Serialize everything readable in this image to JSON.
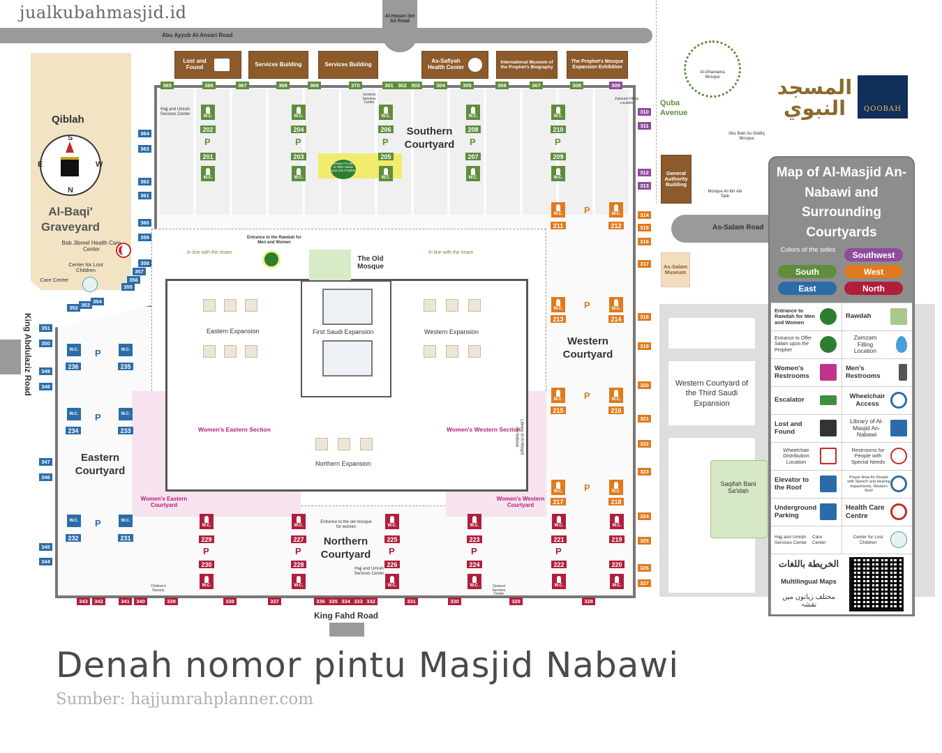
{
  "watermark": "jualkubahmasjid.id",
  "roads": {
    "abu_ayyub": "Abu Ayyub Al-Ansari Road",
    "hasan_ali": "Al-Hasan ibn Ali Road",
    "king_abdulaziz": "King Abdulaziz Road",
    "king_fahd": "King Fahd Road",
    "as_salam": "As-Salam Road"
  },
  "top_buildings": [
    "Lost and Found",
    "Services Building",
    "Services Building",
    "As-Safiyah Health Center",
    "International Museum of the Prophet's Biography",
    "The Prophet's Mosque Expansion Exhibition"
  ],
  "landmarks": {
    "qiblah": "Qiblah",
    "compass": {
      "s": "S",
      "e": "E",
      "w": "W",
      "n": "N"
    },
    "baqi": "Al-Baqi' Graveyard",
    "bab_jibreel": "Bab Jibreel Health Care Center",
    "center_lost": "Center for Lost Children",
    "care_center": "Care Center",
    "ghamama": "Al-Ghamama Mosque",
    "quba": "Quba Avenue",
    "abu_bakr": "Abu Bakr As-Siddiq Mosque",
    "general_authority": "General Authority Building",
    "ali_mosque": "Mosque Ali ibn Abi Talib",
    "as_salam_museum": "As-Salam Museum",
    "western_third": "Western Courtyard of the Third Saudi Expansion",
    "saqifah": "Saqifah Bani Sa'idah",
    "arabic_logo": "المسجد النبوي",
    "brand": "QOOBAH"
  },
  "courts": {
    "southern": "Southern Courtyard",
    "western": "Western Courtyard",
    "eastern": "Eastern Courtyard",
    "northern": "Northern Courtyard"
  },
  "sections": {
    "eastern_exp": "Eastern Expansion",
    "first_saudi": "First Saudi Expansion",
    "western_exp": "Western Expansion",
    "northern_exp": "Northern Expansion",
    "old_mosque": "The Old Mosque",
    "women_east": "Women's Eastern Section",
    "women_west": "Women's Western Section",
    "women_east_court": "Women's Eastern Courtyard",
    "women_west_court": "Women's Western Courtyard",
    "imam_line": "In line with the Imam",
    "rawdah_entrance": "Entrance to the Rawdah for Men and Women",
    "hajj_services": "Hajj and Umrah Services Center",
    "general_services": "General Services Center",
    "old_mosque_women": "Entrance to the old mosque for women",
    "visitation": "Entrance for Men to Offer Salam upon the Prophet",
    "zamzam_loc": "Zamzam Filling Location",
    "library": "Library of Al-Masjid An-Nabawi",
    "childrens": "Children's Nursery"
  },
  "top_gates": [
    "365",
    "366",
    "367",
    "368",
    "369",
    "370",
    "301",
    "302",
    "303",
    "304",
    "305",
    "306",
    "307",
    "308",
    "309"
  ],
  "bottom_gates": [
    "343",
    "342",
    "341",
    "340",
    "339",
    "338",
    "337",
    "336",
    "335",
    "334",
    "333",
    "332",
    "331",
    "330",
    "329",
    "328"
  ],
  "left_gates": [
    "364",
    "363",
    "362",
    "361",
    "360",
    "359",
    "358",
    "357",
    "356",
    "355",
    "352",
    "353",
    "354",
    "351",
    "350",
    "349",
    "348",
    "347",
    "346",
    "345",
    "344"
  ],
  "right_gates": [
    "310",
    "311",
    "312",
    "313",
    "314",
    "315",
    "316",
    "317",
    "318",
    "319",
    "320",
    "321",
    "322",
    "323",
    "324",
    "325",
    "326",
    "327"
  ],
  "buildings": {
    "south": [
      "202",
      "201",
      "204",
      "203",
      "206",
      "205",
      "208",
      "207",
      "210",
      "209"
    ],
    "west": [
      "211",
      "212",
      "213",
      "214",
      "215",
      "216",
      "217",
      "218"
    ],
    "north": [
      "229",
      "230",
      "227",
      "228",
      "225",
      "226",
      "223",
      "224",
      "221",
      "222",
      "219",
      "220"
    ],
    "east": [
      "236",
      "235",
      "234",
      "233",
      "232",
      "231"
    ]
  },
  "parking_letter": "P",
  "wc_text": "W.C.",
  "legend": {
    "title": "Map of Al-Masjid An-Nabawi and Surrounding Courtyards",
    "colors_label": "Colors of the sides",
    "sides": [
      {
        "name": "Southwest",
        "color": "#8e4c9e"
      },
      {
        "name": "South",
        "color": "#5f8d3d"
      },
      {
        "name": "West",
        "color": "#e07a1e"
      },
      {
        "name": "East",
        "color": "#2b6ca8"
      },
      {
        "name": "North",
        "color": "#b01e3c"
      }
    ],
    "rows": [
      [
        "Entrance to Rawdah for Men and Women",
        "Rawdah"
      ],
      [
        "Entrance to Offer Salam upon the Prophet",
        "Zamzam Filling Location"
      ],
      [
        "Women's Restrooms",
        "Men's Restrooms"
      ],
      [
        "Escalator",
        "Wheelchair Access"
      ],
      [
        "Lost and Found",
        "Library of Al-Masjid An-Nabawi"
      ],
      [
        "Wheelchair Distribution Location",
        "Restrooms for People with Special Needs"
      ],
      [
        "Elevator to the Roof",
        "Prayer Area for People with Speech and Hearing Impairments, Western Roof"
      ],
      [
        "Underground Parking",
        "Health Care Centre"
      ],
      [
        "Hajj and Umrah Services Center",
        "Center for Lost Children"
      ]
    ],
    "care_center": "Care Center",
    "multilingual_ar": "الخريطة باللغات",
    "multilingual_en": "Multilingual Maps",
    "multilingual_ur": "مختلف زبانوں میں نقشہ"
  },
  "caption": {
    "title": "Denah nomor pintu Masjid Nabawi",
    "source": "Sumber: hajjumrahplanner.com"
  }
}
